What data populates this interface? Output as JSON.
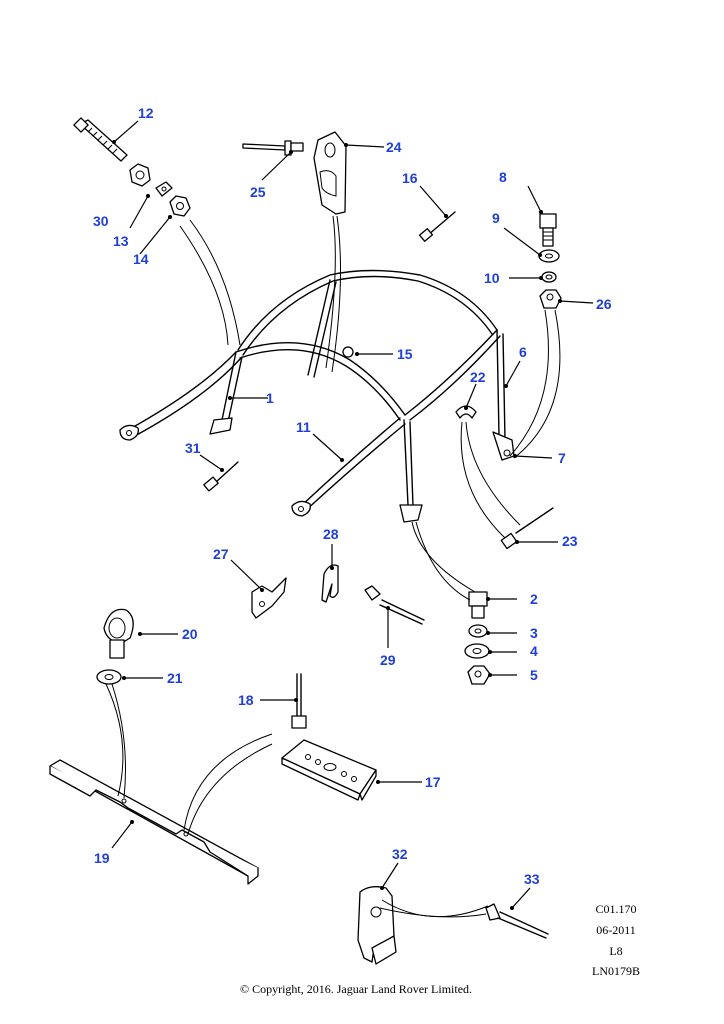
{
  "callouts": [
    "1",
    "2",
    "3",
    "4",
    "5",
    "6",
    "7",
    "8",
    "9",
    "10",
    "11",
    "12",
    "13",
    "14",
    "15",
    "16",
    "17",
    "18",
    "19",
    "20",
    "21",
    "22",
    "23",
    "24",
    "25",
    "26",
    "27",
    "28",
    "29",
    "30",
    "31",
    "32",
    "33"
  ],
  "meta": {
    "ref": "C01.170",
    "date": "06-2011",
    "level": "L8",
    "drawing": "LN0179B"
  },
  "copyright": "© Copyright, 2016. Jaguar Land Rover Limited.",
  "colors": {
    "callout": "#1f3fd6",
    "line": "#000000"
  }
}
